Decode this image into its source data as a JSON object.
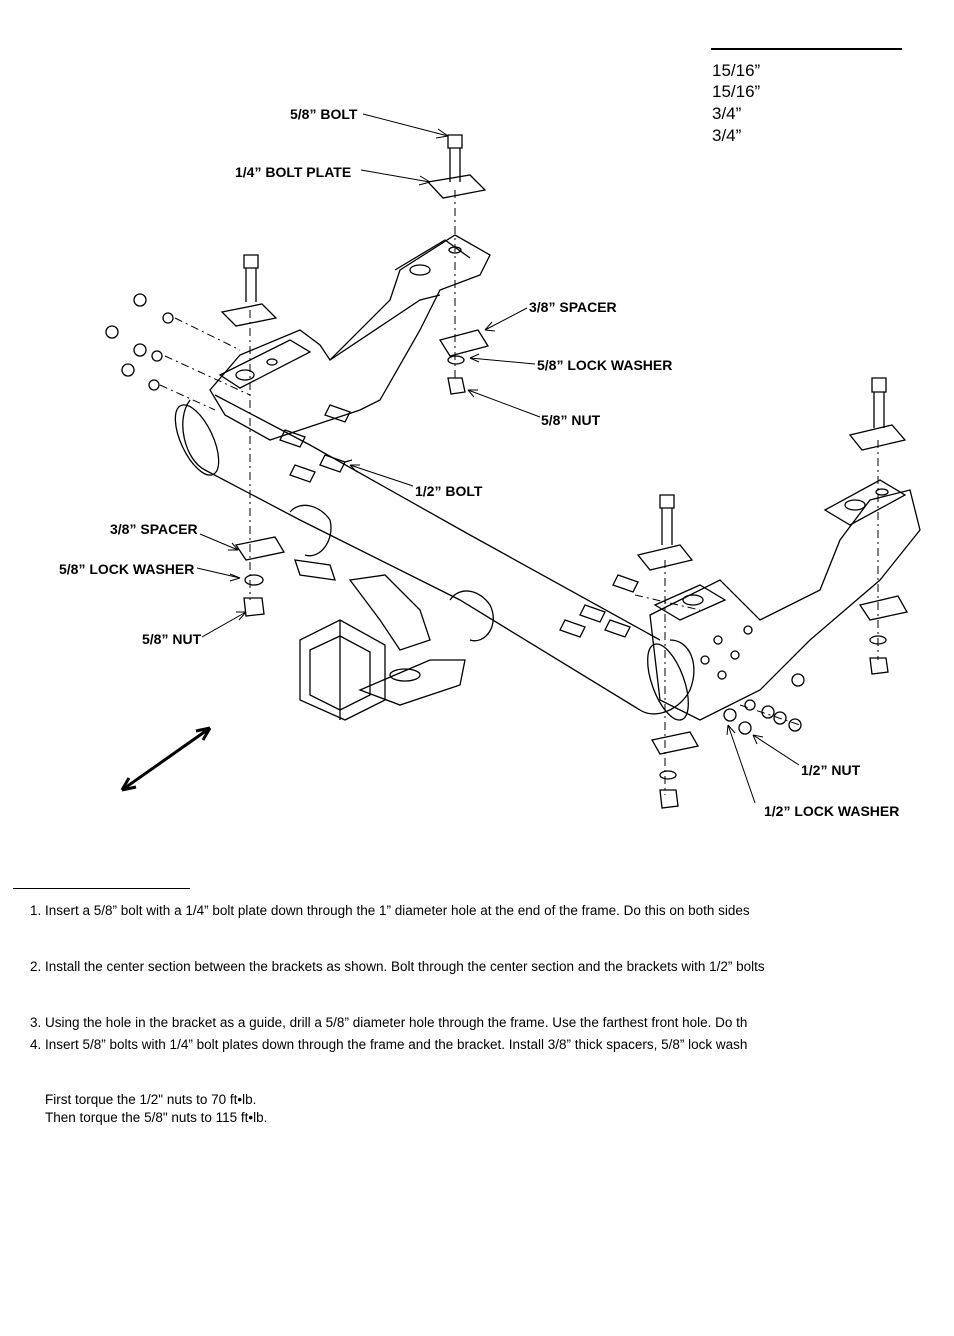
{
  "wrench_sizes": [
    "15/16”",
    "15/16”",
    "3/4”",
    "3/4”"
  ],
  "callouts": {
    "bolt_58_top": "5/8” BOLT",
    "bolt_plate": "1/4” BOLT PLATE",
    "spacer_right": "3/8” SPACER",
    "lock_washer_right": "5/8” LOCK WASHER",
    "nut_right": "5/8” NUT",
    "bolt_12": "1/2” BOLT",
    "spacer_left": "3/8” SPACER",
    "lock_washer_left": "5/8” LOCK WASHER",
    "nut_left": "5/8” NUT",
    "nut_12": "1/2” NUT",
    "lock_washer_12": "1/2” LOCK WASHER"
  },
  "steps": [
    "1. Insert a 5/8” bolt with a 1/4” bolt plate down through the 1” diameter hole at the end of the frame. Do this on both sides",
    "2. Install the center section between the brackets as shown. Bolt through the center section and the brackets with 1/2” bolts",
    "3. Using the hole in the bracket as a guide, drill a 5/8” diameter hole through the frame. Use the farthest front hole. Do th",
    "4. Insert 5/8” bolts with 1/4” bolt plates down through the frame and the bracket. Install 3/8” thick spacers, 5/8” lock wash"
  ],
  "torque": [
    "First torque the 1/2\" nuts to 70 ft•lb.",
    "Then torque the 5/8\" nuts to 115 ft•lb."
  ]
}
